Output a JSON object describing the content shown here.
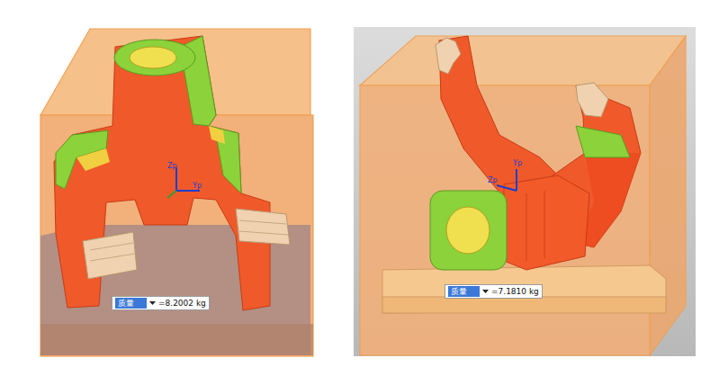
{
  "diagram": {
    "nodes": [
      {
        "text": [
          "质量",
          "=8.2002 kg"
        ]
      },
      {
        "text": [
          "质量",
          "=7.1810 kg"
        ]
      }
    ],
    "labels": [
      "Zp",
      "Yp",
      "Yp",
      "Zp"
    ]
  }
}
